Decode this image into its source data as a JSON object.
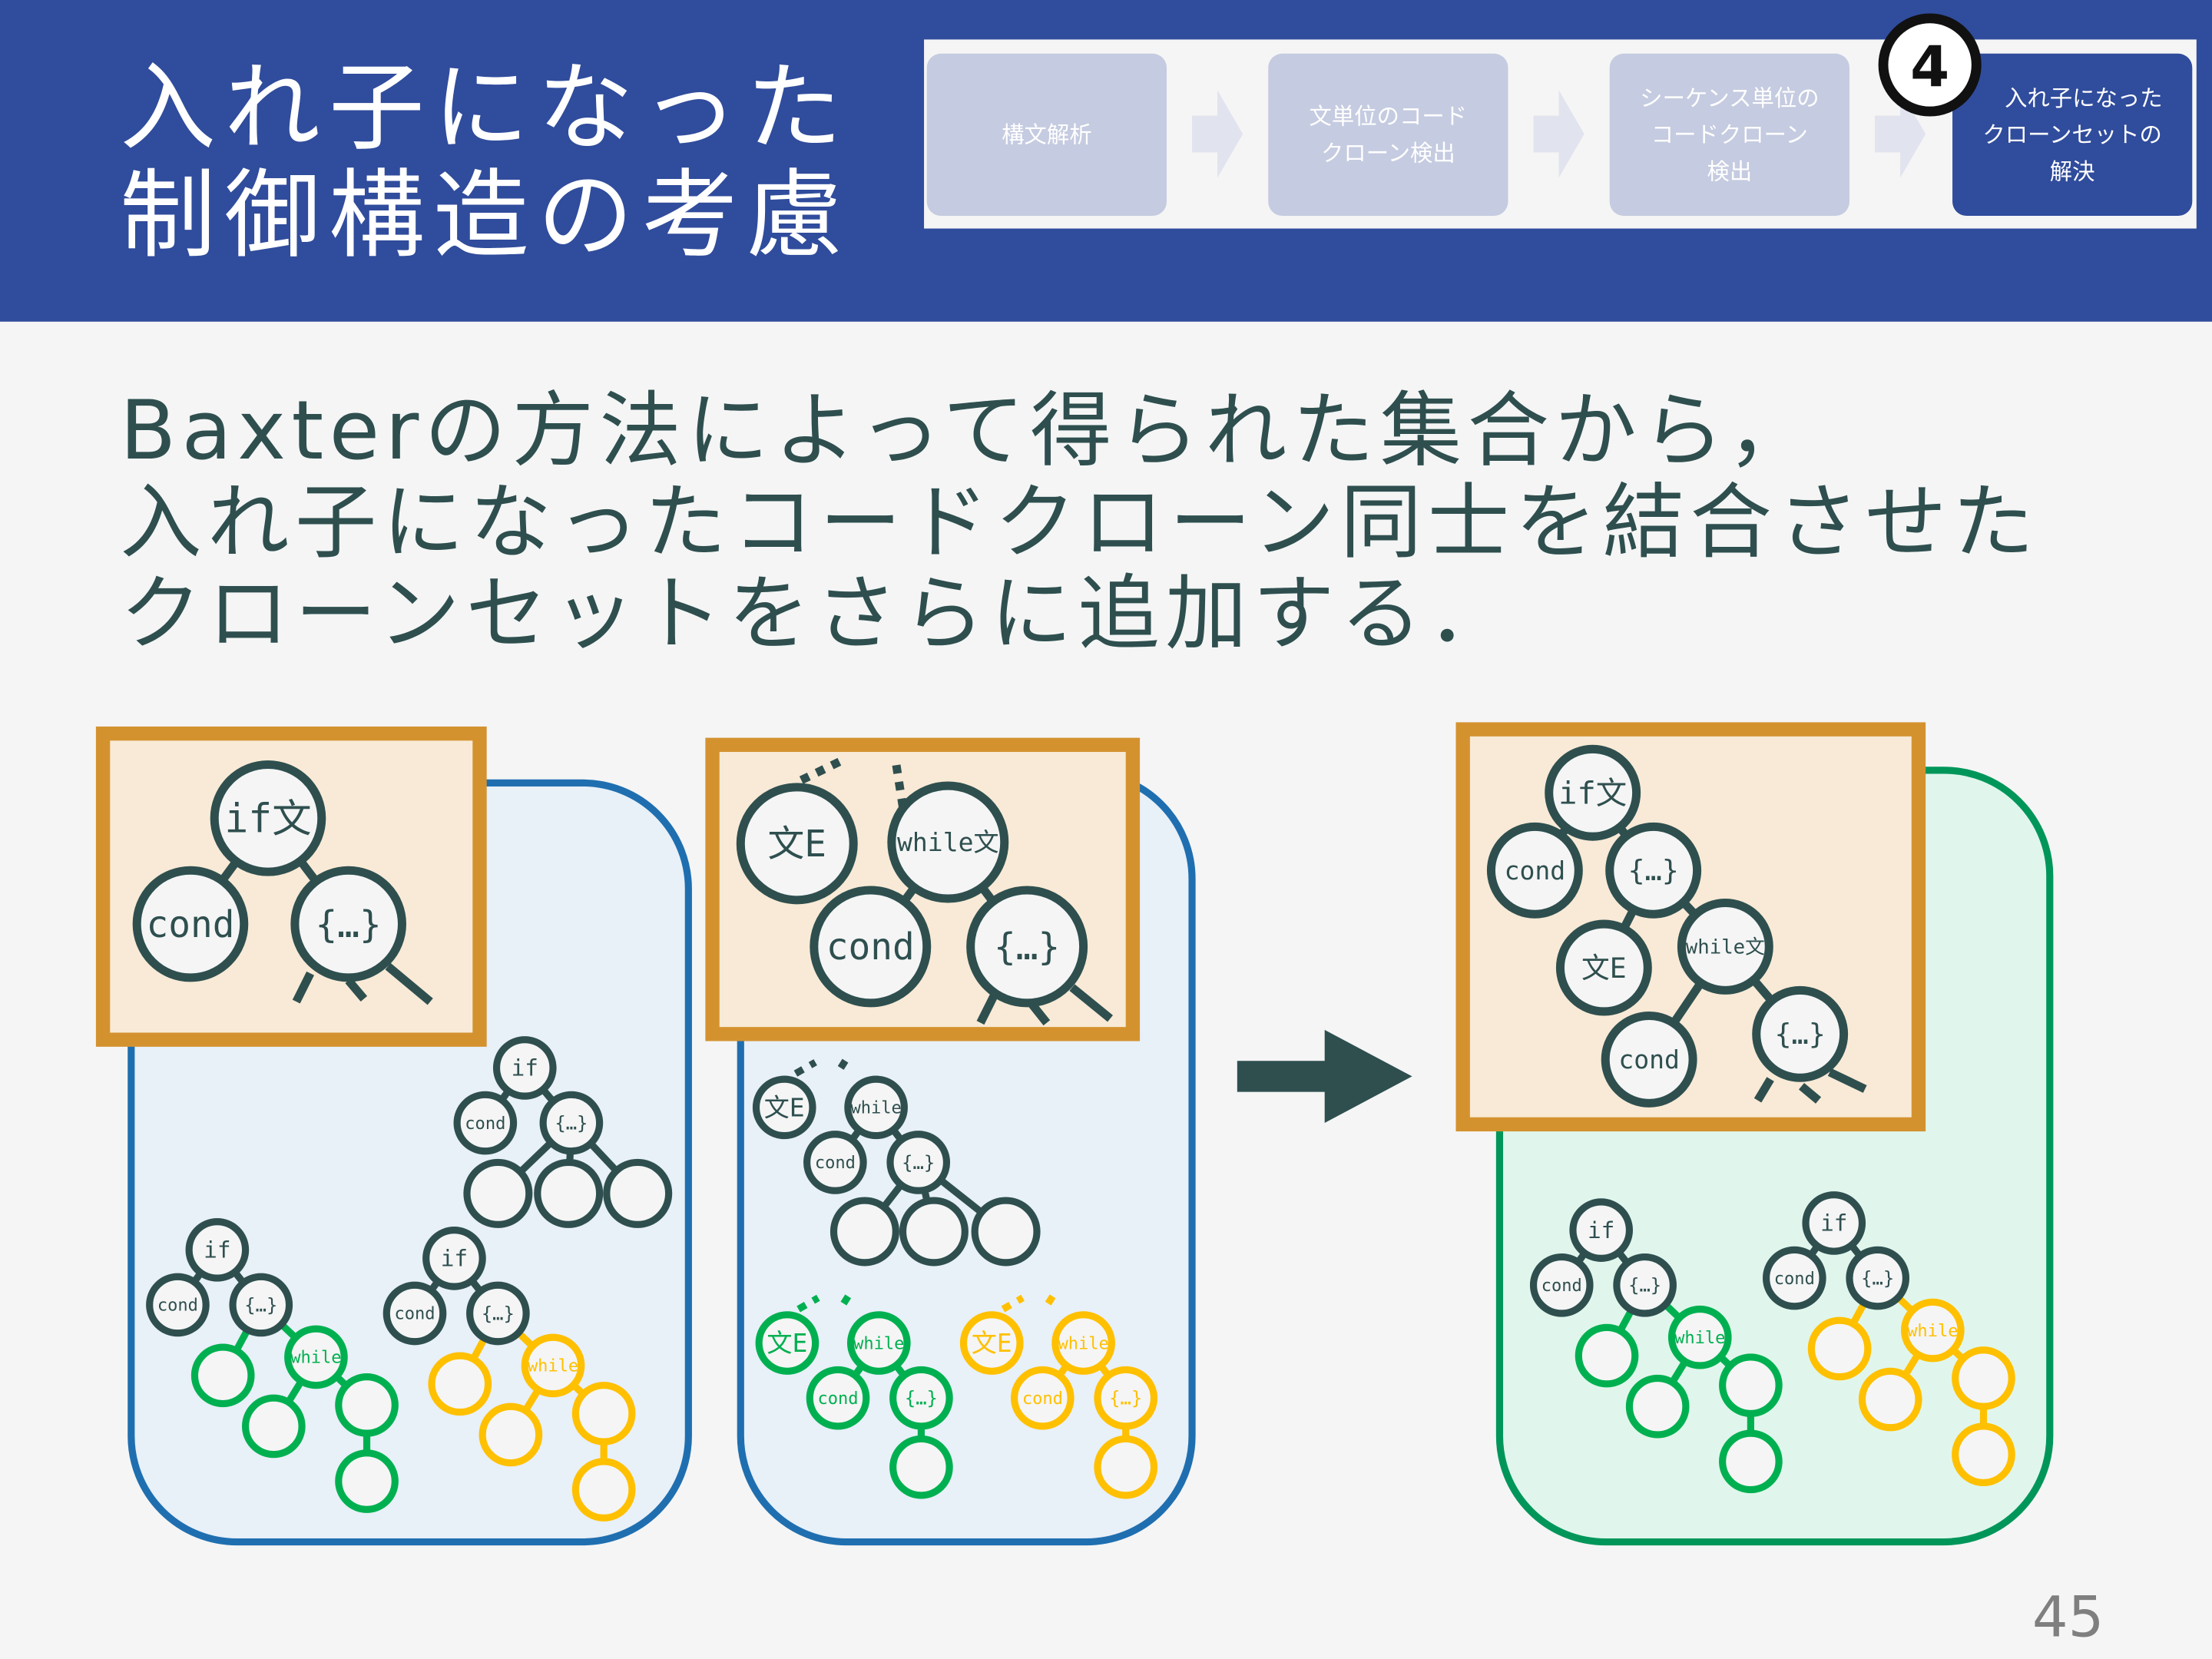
{
  "header": {
    "title_lines": [
      "入れ子になった",
      "制御構造の考慮"
    ],
    "steps": [
      {
        "lines": [
          "構文解析"
        ],
        "active": false
      },
      {
        "lines": [
          "文単位のコード",
          "クローン検出"
        ],
        "active": false
      },
      {
        "lines": [
          "シーケンス単位の",
          "コードクローン",
          "検出"
        ],
        "active": false
      },
      {
        "lines": [
          "入れ子になった",
          "クローンセットの",
          "解決"
        ],
        "active": true
      }
    ],
    "step_badge": "4"
  },
  "body_text": [
    "Baxterの方法によって得られた集合から，",
    "入れ子になったコードクローン同士を結合させた",
    "クローンセットをさらに追加する．"
  ],
  "colors": {
    "header_bg": "#304c9c",
    "dark": "#2f4f4f",
    "green": "#00b050",
    "yellow": "#ffc000",
    "orange": "#d4922f",
    "blue_panel": "#1f6fb0",
    "green_panel": "#00965a"
  },
  "diagram": {
    "labels": {
      "if_stmt": "if文",
      "if": "if",
      "cond": "cond",
      "block": "{…}",
      "stmt_e": "文E",
      "while_stmt": "while文",
      "while": "while"
    }
  },
  "page_number": "45"
}
